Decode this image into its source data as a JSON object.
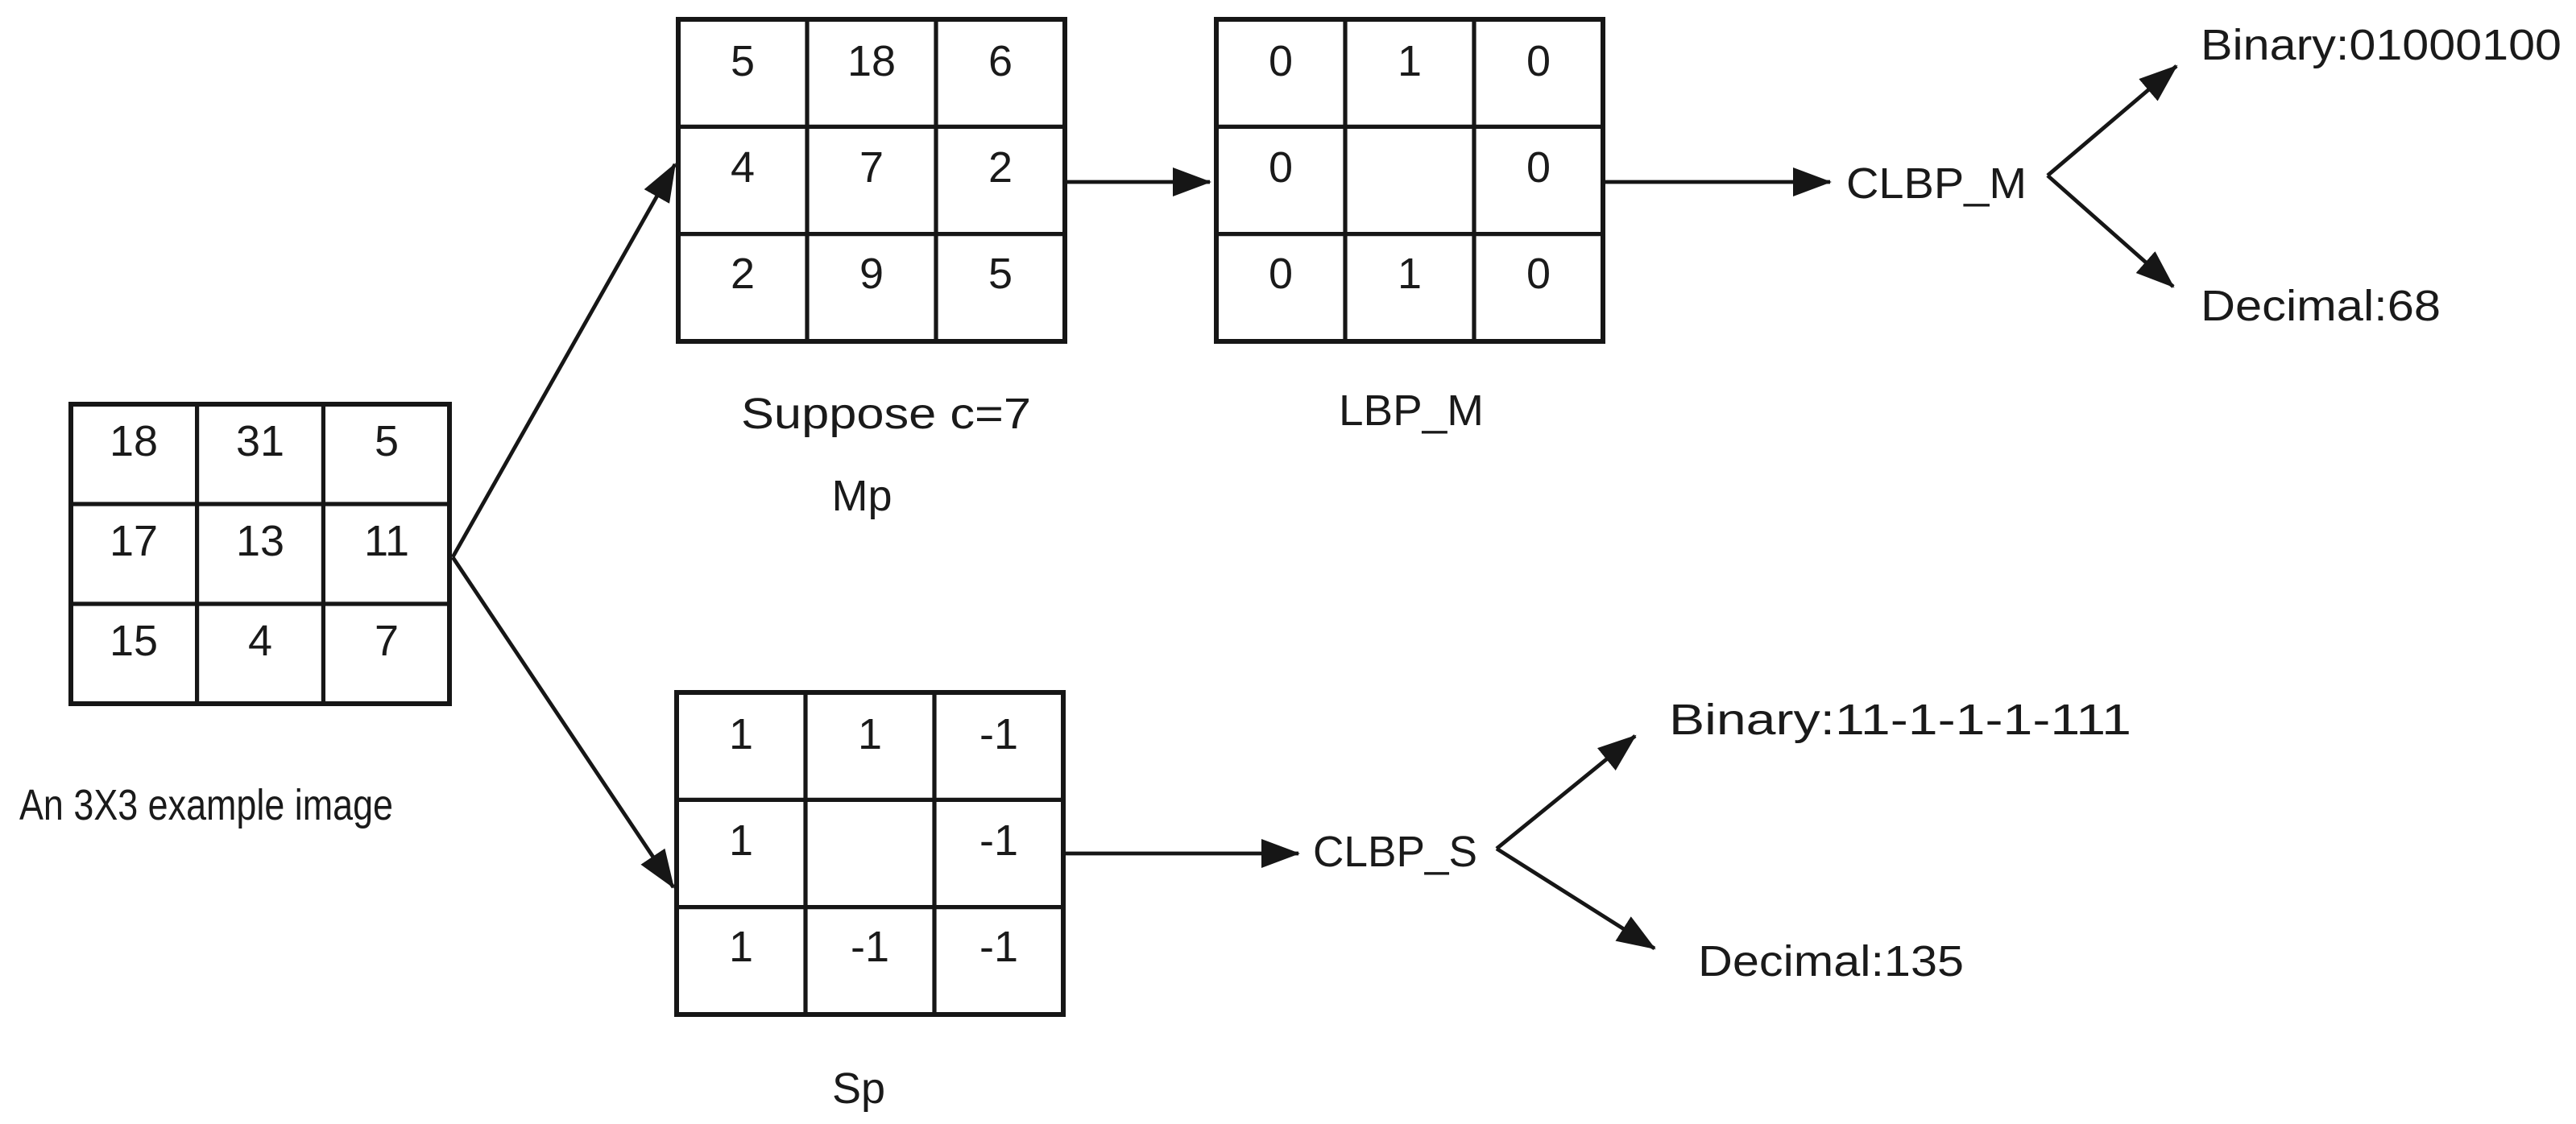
{
  "colors": {
    "background": "#ffffff",
    "line": "#161616",
    "text": "#1a1a1a"
  },
  "example_grid": {
    "caption": "An 3X3 example image",
    "cells": [
      [
        "18",
        "31",
        "5"
      ],
      [
        "17",
        "13",
        "11"
      ],
      [
        "15",
        "4",
        "7"
      ]
    ]
  },
  "mp_grid": {
    "caption_line1": "Suppose c=7",
    "caption_line2": "Mp",
    "cells": [
      [
        "5",
        "18",
        "6"
      ],
      [
        "4",
        "7",
        "2"
      ],
      [
        "2",
        "9",
        "5"
      ]
    ]
  },
  "lbpm_grid": {
    "caption": "LBP_M",
    "cells": [
      [
        "0",
        "1",
        "0"
      ],
      [
        "0",
        "",
        "0"
      ],
      [
        "0",
        "1",
        "0"
      ]
    ]
  },
  "sp_grid": {
    "caption": "Sp",
    "cells": [
      [
        "1",
        "1",
        "-1"
      ],
      [
        "1",
        "",
        "-1"
      ],
      [
        "1",
        "-1",
        "-1"
      ]
    ]
  },
  "clbp_m": {
    "label": "CLBP_M",
    "binary": "Binary:01000100",
    "decimal": "Decimal:68"
  },
  "clbp_s": {
    "label": "CLBP_S",
    "binary": "Binary:11-1-1-1-111",
    "decimal": "Decimal:135"
  }
}
